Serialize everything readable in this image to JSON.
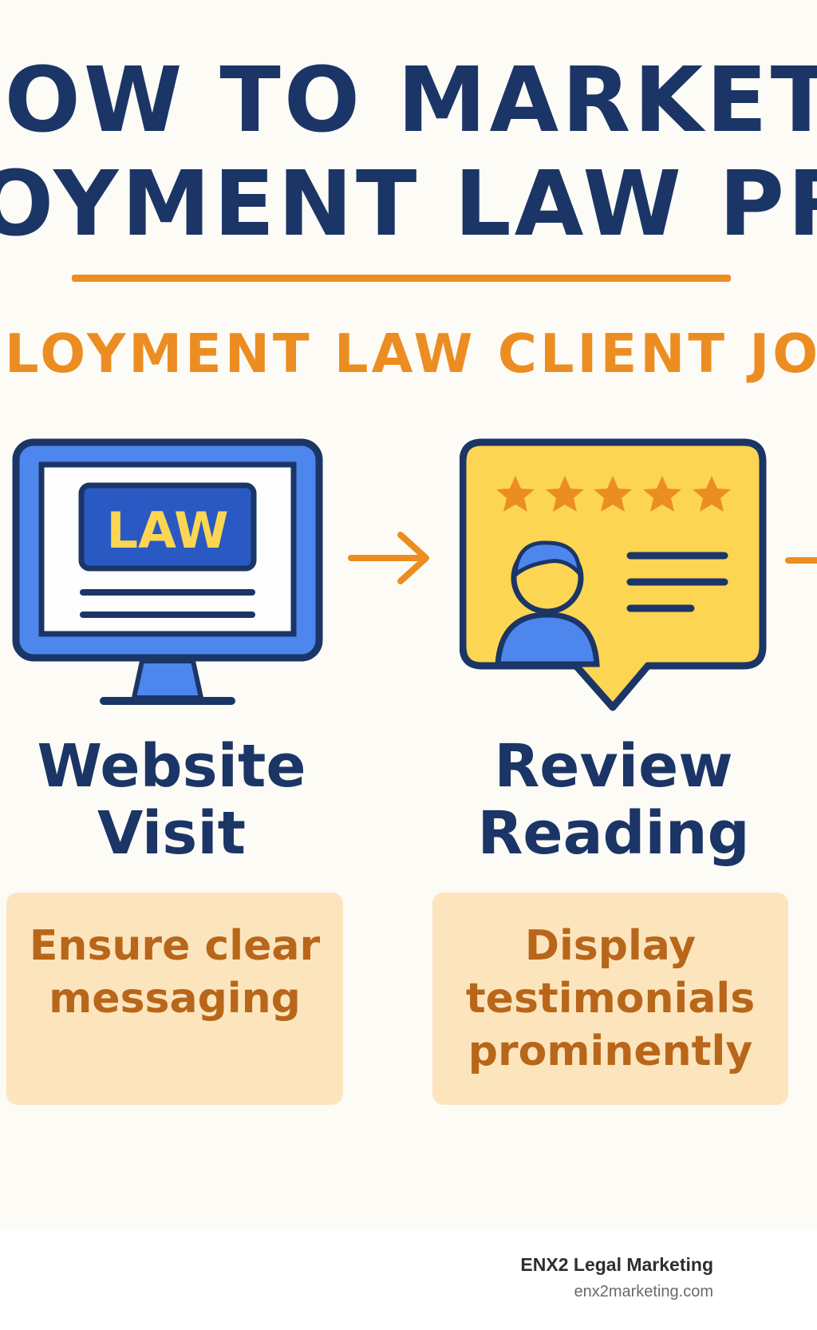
{
  "title": {
    "line1": "IOW TO MARKET AN",
    "line2": "OYMENT LAW PRAC"
  },
  "subtitle": "LOYMENT LAW CLIENT JOURN",
  "steps": [
    {
      "icon": "monitor-icon",
      "screen_text": "LAW",
      "label_line1": "Website",
      "label_line2": "Visit",
      "tip_line1": "Ensure clear",
      "tip_line2": "messaging"
    },
    {
      "icon": "review-bubble-icon",
      "label_line1": "Review",
      "label_line2": "Reading",
      "tip_line1": "Display",
      "tip_line2": "testimonials",
      "tip_line3": "prominently"
    }
  ],
  "footer": {
    "brand": "ENX2 Legal Marketing",
    "url": "enx2marketing.com"
  },
  "colors": {
    "navy": "#1b3566",
    "orange": "#ec8d22",
    "blue": "#4d86ec",
    "yellow": "#fcd553",
    "tip_bg": "#fce5bd",
    "tip_text": "#b8661a",
    "background": "#fdfbf6"
  }
}
